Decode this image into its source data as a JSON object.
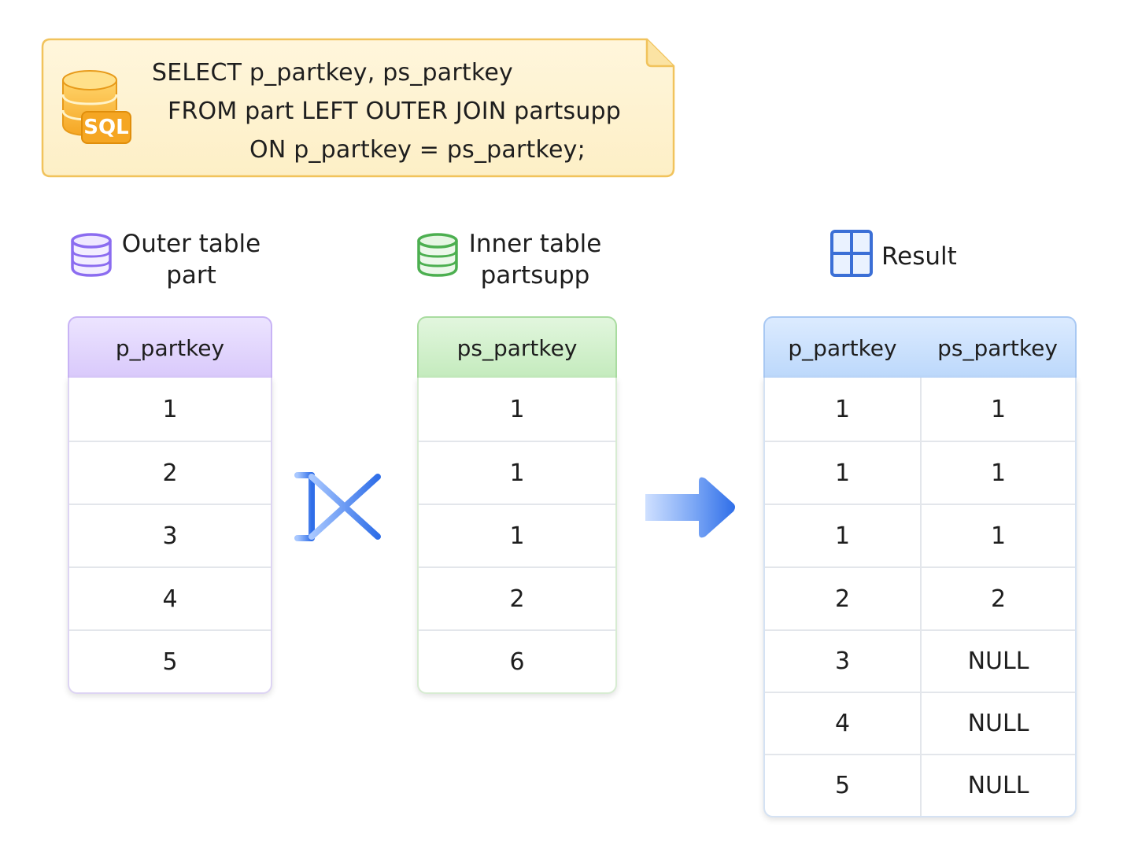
{
  "sql": {
    "badge": "SQL",
    "lines": [
      "SELECT p_partkey, ps_partkey",
      "FROM part LEFT OUTER JOIN partsupp",
      "ON p_partkey = ps_partkey;"
    ]
  },
  "outer": {
    "title_line1": "Outer table",
    "title_line2": "part",
    "icon": "database-icon",
    "color": "#8b6cf0",
    "column": "p_partkey",
    "values": [
      "1",
      "2",
      "3",
      "4",
      "5"
    ]
  },
  "inner": {
    "title_line1": "Inner table",
    "title_line2": "partsupp",
    "icon": "database-icon",
    "color": "#4caf50",
    "column": "ps_partkey",
    "values": [
      "1",
      "1",
      "1",
      "2",
      "6"
    ]
  },
  "result": {
    "title": "Result",
    "icon": "table-grid-icon",
    "color": "#3b6fd6",
    "columns": [
      "p_partkey",
      "ps_partkey"
    ],
    "rows": [
      [
        "1",
        "1"
      ],
      [
        "1",
        "1"
      ],
      [
        "1",
        "1"
      ],
      [
        "2",
        "2"
      ],
      [
        "3",
        "NULL"
      ],
      [
        "4",
        "NULL"
      ],
      [
        "5",
        "NULL"
      ]
    ]
  },
  "join_symbol": "left-outer-join-icon",
  "flow_icon": "arrow-right-icon"
}
